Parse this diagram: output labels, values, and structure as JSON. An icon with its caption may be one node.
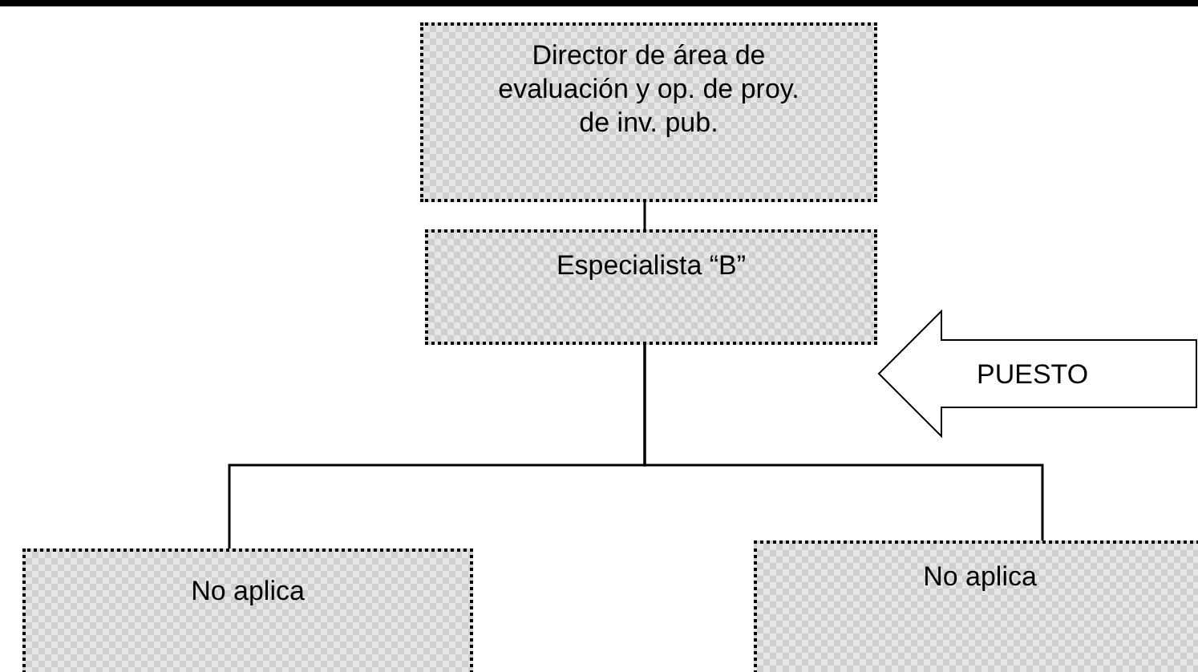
{
  "diagram": {
    "nodes": [
      {
        "text": [
          "Director de área de evaluación y op. de proy. de inv. pub."
        ]
      },
      {
        "text": [
          "Especialista “B”"
        ]
      },
      {
        "text": [
          "No aplica"
        ]
      },
      {
        "text": [
          "No aplica"
        ]
      },
      {
        "text": [
          "PUESTO"
        ]
      }
    ],
    "edges": [
      {
        "from": 0,
        "to": 1,
        "arrow": "none"
      },
      {
        "from": 1,
        "to": 2,
        "arrow": "none"
      },
      {
        "from": 1,
        "to": 3,
        "arrow": "none"
      }
    ]
  }
}
